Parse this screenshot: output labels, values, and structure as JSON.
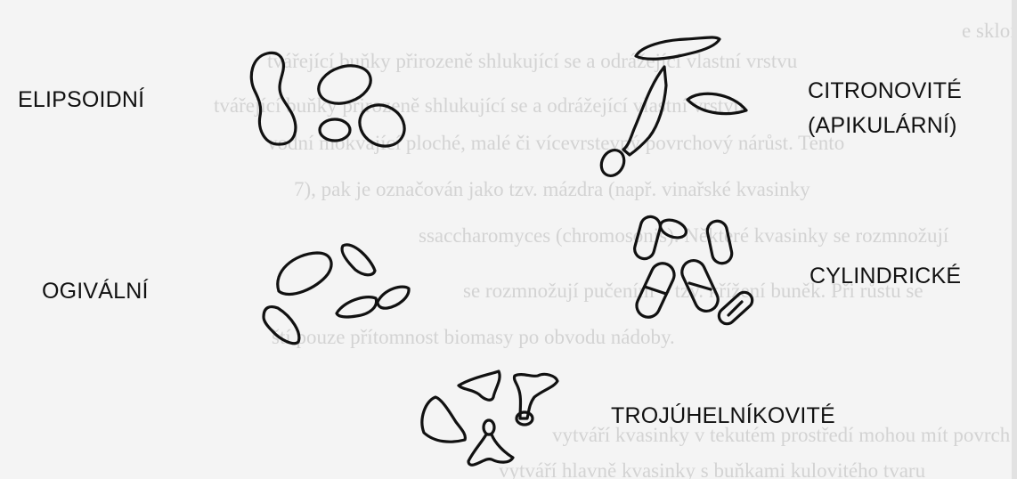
{
  "labels": {
    "elipsoidni": "ELIPSOIDNÍ",
    "citronovite": "CITRONOVITÉ",
    "apikularni": "(APIKULÁRNÍ)",
    "ogivalni": "OGIVÁLNÍ",
    "cylindricke": "CYLINDRICKÉ",
    "trojuhelnikovite": "TROJÚHELNÍKOVITÉ"
  },
  "bleed_through": {
    "line_1": "e skloněnou nádobu nebo v ocelových nádobách ve formě pevného či pružného",
    "line_2": "tvářející buňky přirozeně shlukující se a odrážející vlastní vrstvu",
    "line_3": "vodní mokvající ploché, malé či vícevrstevný povrchový nárůst. Tento",
    "line_4": "7), pak je označován jako tzv. mázdra (např. vinařské kvasinky",
    "line_5": "ssaccharomyces (chromosonis). Některé kvasinky se rozmnožují",
    "line_6": "se rozmnožují pučením – tzv. křížení buněk. Při růstu se",
    "line_7": "ští pouze přítomnost biomasy po obvodu nádoby.",
    "line_8": "vytváří kvasinky v tekutém prostředí mohou mít povrch",
    "line_9": "vytváří hlavně kvasinky s buňkami kulovitého tvaru"
  },
  "colors": {
    "ink": "#111111",
    "paper": "#f4f4f4",
    "bleed_text": "#c8c8c8"
  }
}
